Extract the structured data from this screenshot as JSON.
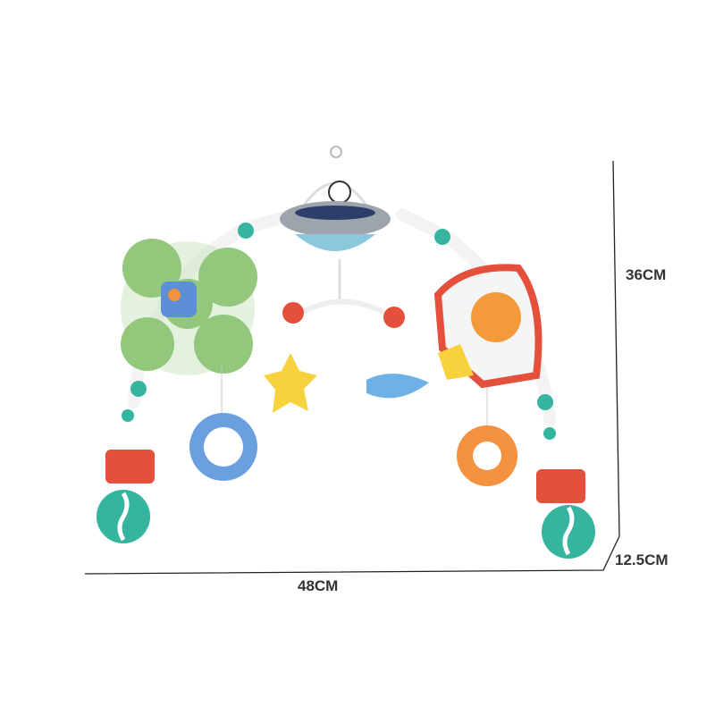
{
  "dimensions": {
    "height_label": "36CM",
    "depth_label": "12.5CM",
    "width_label": "48CM"
  },
  "colors": {
    "teal": "#35b5a0",
    "red": "#e4503b",
    "green": "#8fc77a",
    "blue": "#6a9fe0",
    "yellow": "#f7d23c",
    "orange": "#f4923f",
    "gray": "#9ea4ab"
  }
}
